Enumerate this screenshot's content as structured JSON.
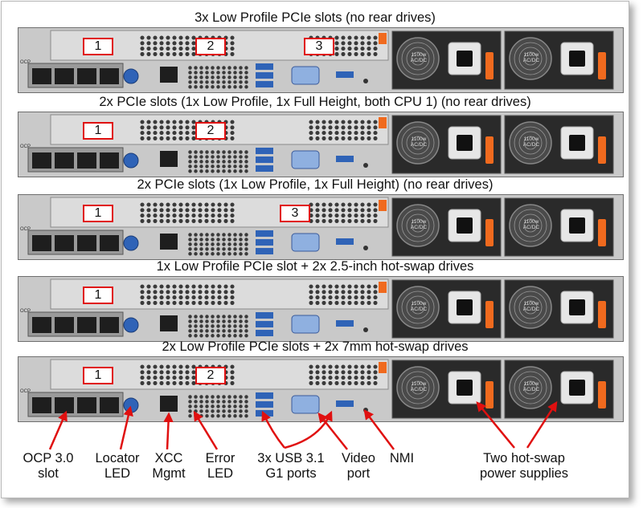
{
  "configs": [
    {
      "title": "3x Low Profile PCIe slots (no rear drives)",
      "slot_labels": [
        "1",
        "2",
        "3"
      ]
    },
    {
      "title": "2x PCIe slots (1x Low Profile, 1x Full Height, both CPU 1) (no rear drives)",
      "slot_labels": [
        "1",
        "2"
      ]
    },
    {
      "title": "2x PCIe slots (1x Low Profile, 1x Full Height) (no rear drives)",
      "slot_labels": [
        "1",
        "3"
      ]
    },
    {
      "title": "1x Low Profile PCIe slot + 2x 2.5-inch hot-swap drives",
      "slot_labels": [
        "1"
      ]
    },
    {
      "title": "2x Low Profile PCIe slots + 2x 7mm hot-swap drives",
      "slot_labels": [
        "1",
        "2"
      ]
    }
  ],
  "server_markings": {
    "ocp": "OCP",
    "psu_watts": "1100w",
    "psu_type": "AC/DC"
  },
  "callouts": {
    "ocp": "OCP 3.0\nslot",
    "locator": "Locator\nLED",
    "xcc": "XCC\nMgmt",
    "error": "Error\nLED",
    "usb": "3x USB 3.1\nG1 ports",
    "video": "Video\nport",
    "nmi": "NMI",
    "psu": "Two hot-swap\npower supplies"
  },
  "colors": {
    "label_border": "#e01010",
    "arrow": "#e01010",
    "chassis": "#c9c9c9",
    "usb_blue": "#2f63b7",
    "psu_latch": "#f06a1e"
  }
}
